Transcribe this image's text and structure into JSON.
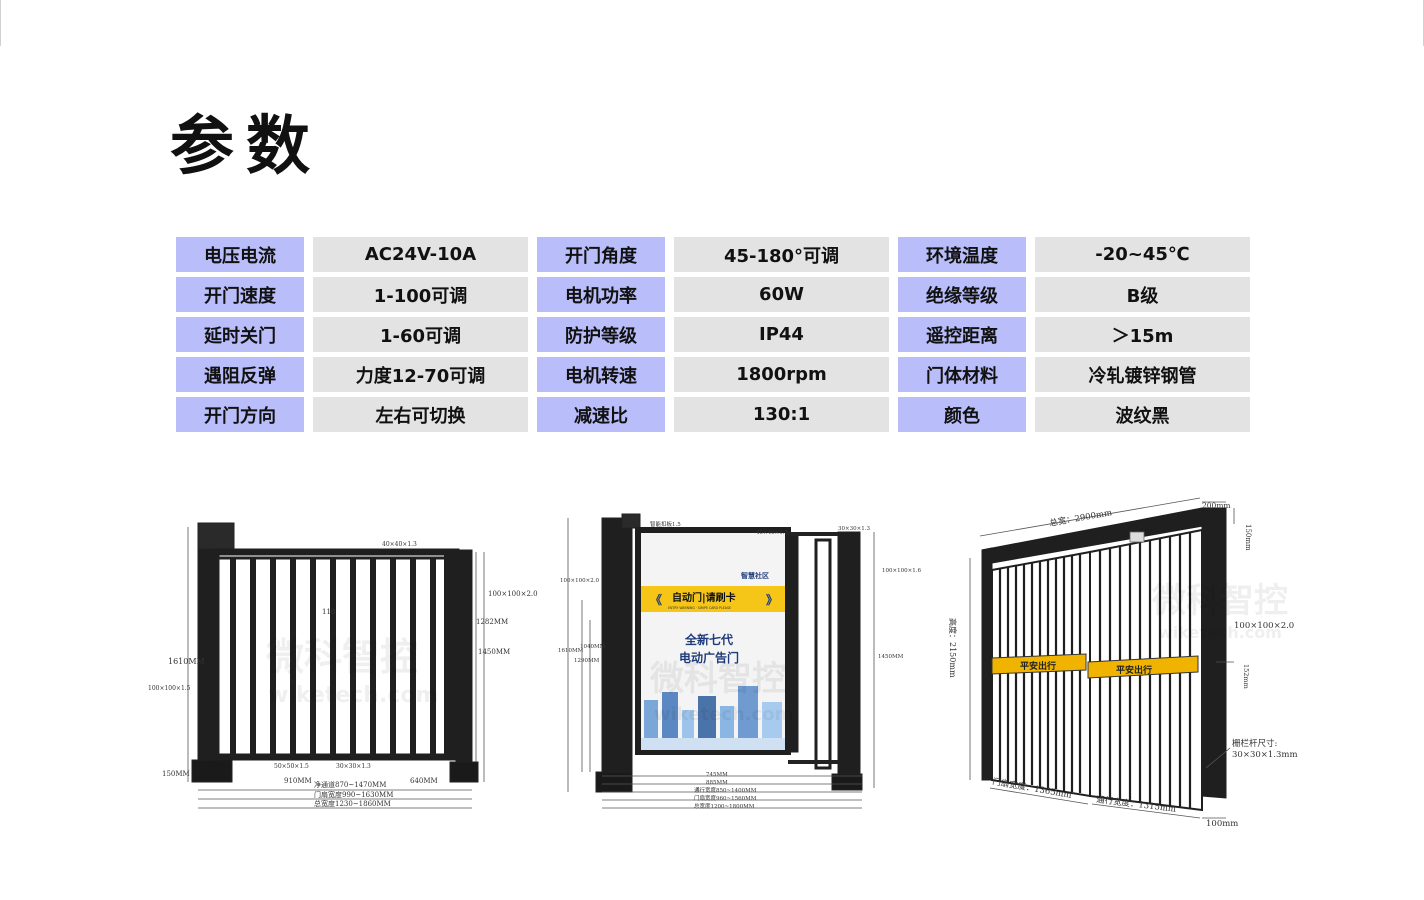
{
  "title": "参数",
  "specs": [
    {
      "label": "电压电流",
      "value": "AC24V-10A"
    },
    {
      "label": "开门角度",
      "value": "45-180°可调"
    },
    {
      "label": "环境温度",
      "value": "-20~45℃"
    },
    {
      "label": "开门速度",
      "value": "1-100可调"
    },
    {
      "label": "电机功率",
      "value": "60W"
    },
    {
      "label": "绝缘等级",
      "value": "B级"
    },
    {
      "label": "延时关门",
      "value": "1-60可调"
    },
    {
      "label": "防护等级",
      "value": "IP44"
    },
    {
      "label": "遥控距离",
      "value": "＞15m"
    },
    {
      "label": "遇阻反弹",
      "value": "力度12-70可调"
    },
    {
      "label": "电机转速",
      "value": "1800rpm"
    },
    {
      "label": "门体材料",
      "value": "冷轧镀锌钢管"
    },
    {
      "label": "开门方向",
      "value": "左右可切换"
    },
    {
      "label": "减速比",
      "value": "130:1"
    },
    {
      "label": "颜色",
      "value": "波纹黑"
    }
  ],
  "diagram1": {
    "dims": {
      "total_height": "1610MM",
      "right_top": "100×100×2.0",
      "inner": "118",
      "h1": "1282MM",
      "h2": "1450MM",
      "post": "100×100×1.5",
      "bar_bottom": "50×50×1.5",
      "bar_mid": "30×30×1.3",
      "bar_top": "40×40×1.3",
      "base": "150MM",
      "w1": "910MM",
      "w2": "640MM",
      "clear": "净通道870~1470MM",
      "leaf": "门扇宽度990~1630MM",
      "total": "总宽度1230~1860MM"
    },
    "watermark": "微科智控",
    "watermark_url": "wiketech.com"
  },
  "diagram2": {
    "dims": {
      "total_height": "1610MM",
      "h1": "1040MM",
      "h2": "1290MM",
      "h3": "1450MM",
      "left_post": "100×100×2.0",
      "right_post": "100×100×1.6",
      "top_label": "智能扣板1.5",
      "top_right": "30×30×1.3",
      "top_mid": "40×40×1.3",
      "w1": "745MM",
      "w2": "885MM",
      "clear": "通行宽度850~1400MM",
      "leaf": "门扇宽度960~1560MM",
      "total": "总宽度1200~1800MM"
    },
    "panel": {
      "brand": "智慧社区",
      "banner": "自动门|请刷卡",
      "banner_sub": "ENTRY WARNING · SWIPE CARD PLEASE",
      "headline1": "全新七代",
      "headline2": "电动广告门"
    },
    "watermark": "微科智控",
    "watermark_url": "wiketech.com"
  },
  "diagram3": {
    "dims": {
      "total_width": "总宽：2900mm",
      "top_post": "200mm",
      "top_height": "150mm",
      "height": "高度：2150mm",
      "tube": "100×100×2.0",
      "plate": "152mm",
      "bar_size_label": "栅栏杆尺寸:",
      "bar_size": "30×30×1.3mm",
      "leaf": "门扇宽度：1365mm",
      "pass": "通行宽度：1315mm",
      "base": "100mm"
    },
    "sign": "平安出行",
    "watermark": "微科智控",
    "watermark_url": "wiketech.com"
  },
  "colors": {
    "label_bg": "#b9bdfa",
    "value_bg": "#e3e3e3",
    "gate": "#1f1f1f",
    "banner_yellow": "#f5c518",
    "sign_yellow": "#f0b400"
  }
}
